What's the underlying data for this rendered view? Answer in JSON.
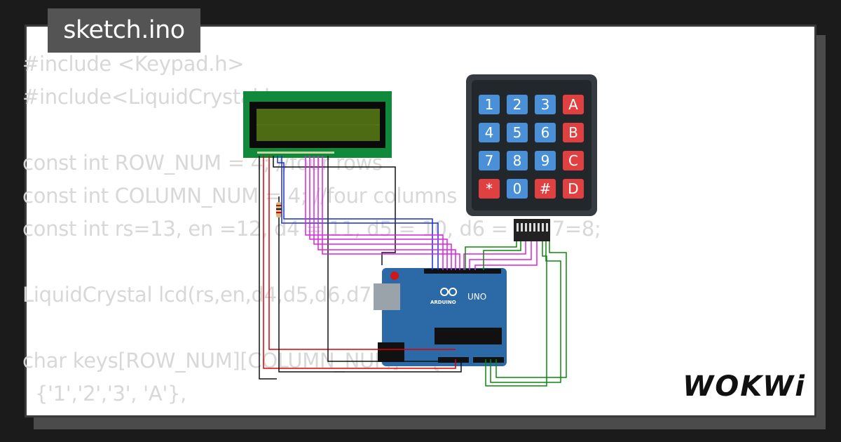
{
  "header": {
    "file_tab": "sketch.ino"
  },
  "code_lines": [
    "#include <Keypad.h>",
    "#include<LiquidCrystal.h>",
    "",
    "const int ROW_NUM = 4; //four rows",
    "const int COLUMN_NUM = 4; //four columns",
    "const int rs=13, en =12, d4 = 11, d5 = 10, d6 = 9, d7=8;",
    "",
    "LiquidCrystal lcd(rs,en,d4,d5,d6,d7);",
    "",
    "char keys[ROW_NUM][COLUMN_NUM] = {",
    "  {'1','2','3', 'A'},"
  ],
  "keypad": {
    "keys": [
      "1",
      "2",
      "3",
      "A",
      "4",
      "5",
      "6",
      "B",
      "7",
      "8",
      "9",
      "C",
      "*",
      "0",
      "#",
      "D"
    ]
  },
  "arduino": {
    "brand": "ARDUINO",
    "model": "UNO"
  },
  "brand": {
    "logo_text": "WOKWi"
  },
  "colors": {
    "background": "#1b1b1b",
    "card": "#ffffff",
    "tab": "#545454",
    "code_text": "#d8d8d8",
    "wire_red": "#e00000",
    "wire_black": "#111111",
    "wire_blue": "#1a2fd6",
    "wire_magenta": "#e020e0",
    "wire_green": "#0a8a0a",
    "key_blue": "#4a90d9",
    "key_red": "#e04040",
    "lcd_board": "#0f8a3a",
    "arduino_board": "#2b6aa6"
  }
}
